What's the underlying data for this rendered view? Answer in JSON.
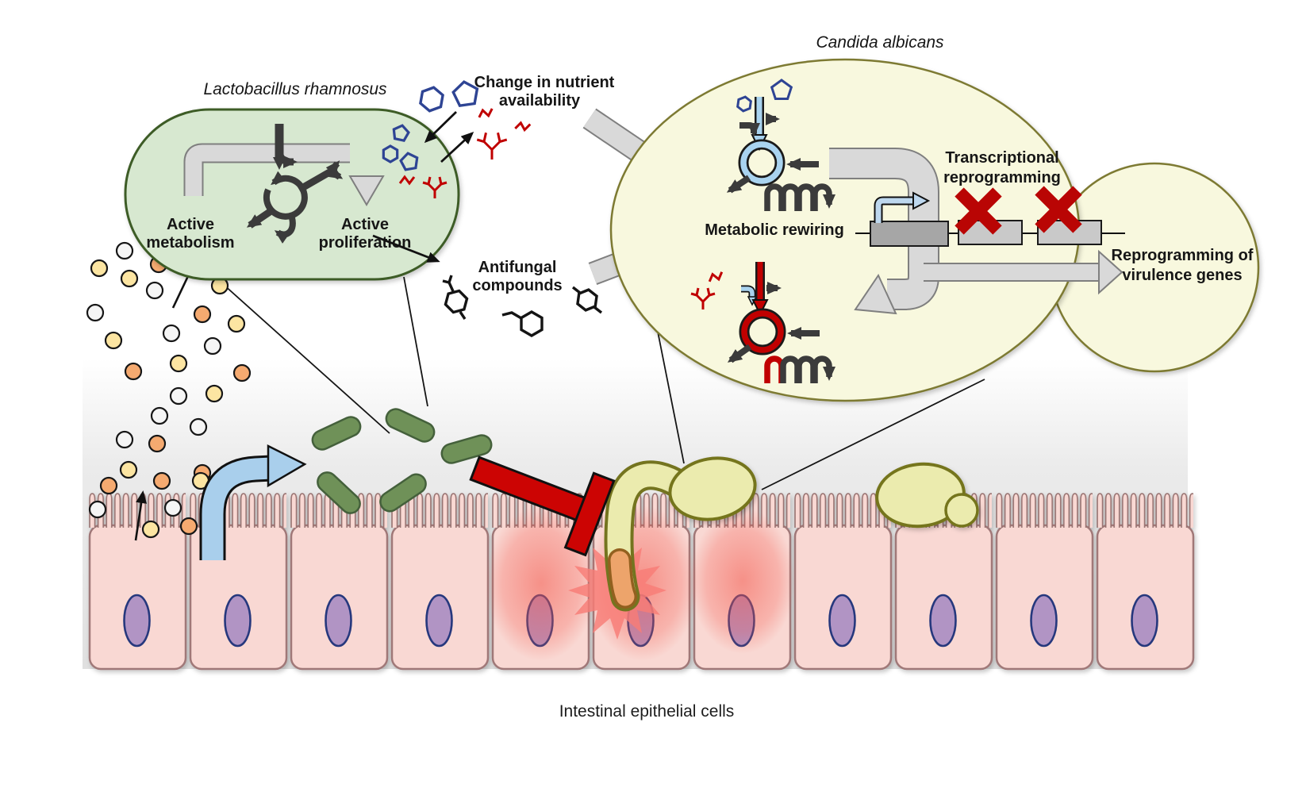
{
  "labels": {
    "lactobacillus_species": "Lactobacillus rhamnosus",
    "candida_species": "Candida albicans",
    "active_metabolism": {
      "line1": "Active",
      "line2": "metabolism"
    },
    "active_proliferation": {
      "line1": "Active",
      "line2": "proliferation"
    },
    "nutrient_change": {
      "line1": "Change in nutrient",
      "line2": "availability"
    },
    "antifungal": {
      "line1": "Antifungal",
      "line2": "compounds"
    },
    "metabolic_rewiring": "Metabolic rewiring",
    "transcriptional": {
      "line1": "Transcriptional",
      "line2": "reprogramming"
    },
    "virulence": {
      "line1": "Reprogramming of",
      "line2": "virulence genes"
    },
    "epithelium_caption": "Intestinal epithelial cells"
  },
  "icons": {
    "metabolic_cycle": "circular-arrows-cycle-icon",
    "membrane_transporter": "coil-transporter-icon",
    "inhibition": "t-bar-inhibitor-icon",
    "blocked_gene": "red-cross-icon",
    "transcription_start": "bent-arrow-promoter-icon",
    "sugar": "blue-pentagon-hexagon-icons",
    "amino_acid": "red-branched-molecule-icon",
    "antifungal_molecule": "black-hexagon-ring-icon"
  },
  "colors": {
    "capsule_fill": "#d7e8d0",
    "capsule_stroke": "#3e5c28",
    "candida_fill": "#f8f8de",
    "candida_stroke": "#7d7a33",
    "cell_fill": "#f9d8d3",
    "cell_stroke": "#a07878",
    "nucleus_fill": "#b194c4",
    "nucleus_stroke": "#28397d",
    "bacteria_fill": "#6f9158",
    "bacteria_stroke": "#44603b",
    "yeast_fill": "#ebebae",
    "yeast_stroke": "#74741f",
    "hypha_tip_fill": "#eda46b",
    "hypha_tip_stroke": "#92601f",
    "inhibitor_red": "#cc0403",
    "starburst": "#f87d76",
    "arrow_blue": "#a9cfec",
    "icon_blue": "#a9d3ef",
    "tss_blue": "#bdd7ee",
    "gray_arrow_fill": "#d9d9d9",
    "gray_arrow_stroke": "#7f7f7f",
    "gene_box_dark": "#a6a6a6",
    "gene_box_light": "#c9c9c9",
    "red_x": "#b90504",
    "dot_orange": "#f5aa70",
    "dot_yellow": "#fce5a2",
    "dot_white": "#f5f5f5",
    "molecule_blue": "#2e4494",
    "molecule_red": "#c00000",
    "molecule_black": "#141414",
    "dark_icon": "#3b3b3b",
    "band_gray": "#e2e2e2"
  }
}
